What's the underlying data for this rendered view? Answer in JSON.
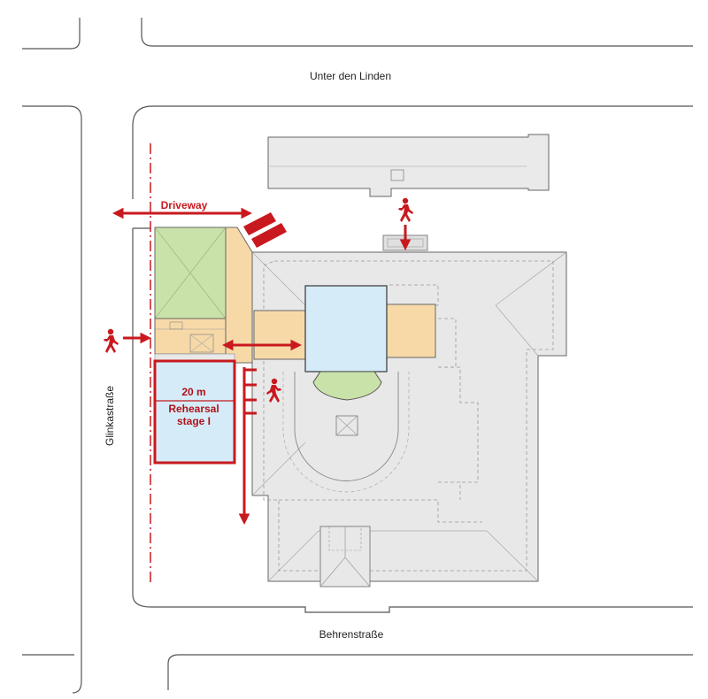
{
  "streets": {
    "north": "Unter den Linden",
    "south": "Behrenstraße",
    "west": "Glinkastraße"
  },
  "labels": {
    "driveway": "Driveway",
    "stage_width": "20 m",
    "stage_name_line1": "Rehearsal",
    "stage_name_line2": "stage I"
  },
  "colors": {
    "accent_red": "#c8191f",
    "building_grey": "#eaeaea",
    "green_area": "#c9e2a9",
    "orange_area": "#f7d9a8",
    "stage_blue": "#d5ecf8"
  },
  "icons": [
    "pedestrian-icon",
    "double-arrow-icon",
    "entrance-marker-icon"
  ]
}
